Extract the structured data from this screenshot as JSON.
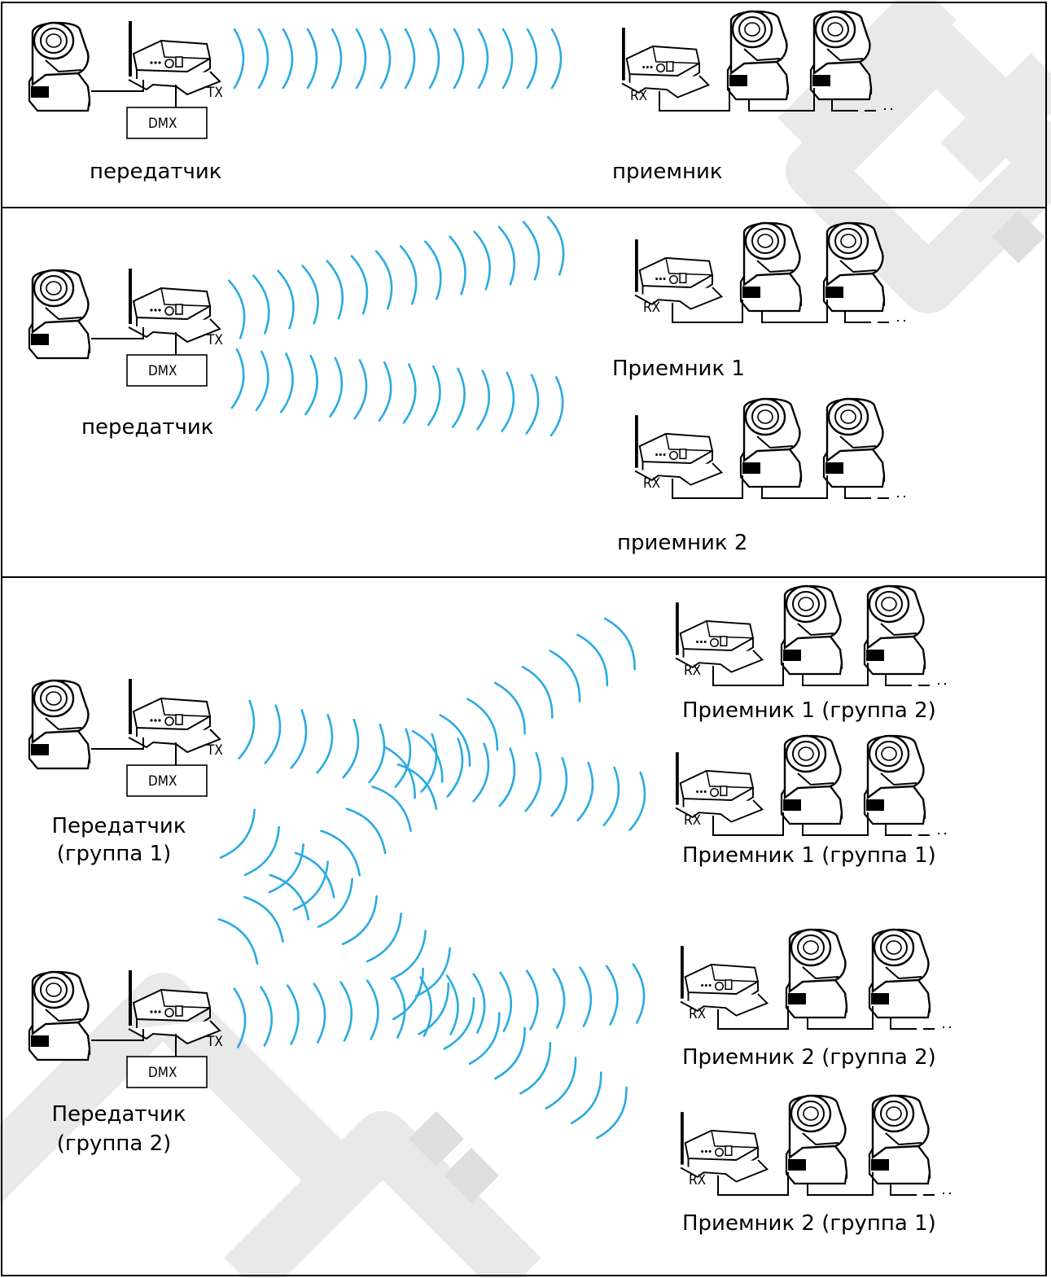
{
  "colors": {
    "wave": "#29abe2",
    "line": "#000000",
    "watermark": "#e6e6e6"
  },
  "icons": {
    "moving_head": "moving-head-light-icon",
    "transceiver": "wireless-dmx-transceiver-icon"
  },
  "device": {
    "tx": "TX",
    "rx": "RX",
    "dmx": "DMX"
  },
  "panel1": {
    "transmitter": "передатчик",
    "receiver": "приемник"
  },
  "panel2": {
    "transmitter": "передатчик",
    "receiver1": "Приемник 1",
    "receiver2": "приемник 2"
  },
  "panel3": {
    "transmitter1_line1": "Передатчик",
    "transmitter1_line2": "(группа 1)",
    "transmitter2_line1": "Передатчик",
    "transmitter2_line2": "(группа 2)",
    "rx_1_2": "Приемник 1 (группа 2)",
    "rx_1_1": "Приемник 1 (группа 1)",
    "rx_2_2": "Приемник 2 (группа 2)",
    "rx_2_1": "Приемник 2 (группа 1)"
  }
}
